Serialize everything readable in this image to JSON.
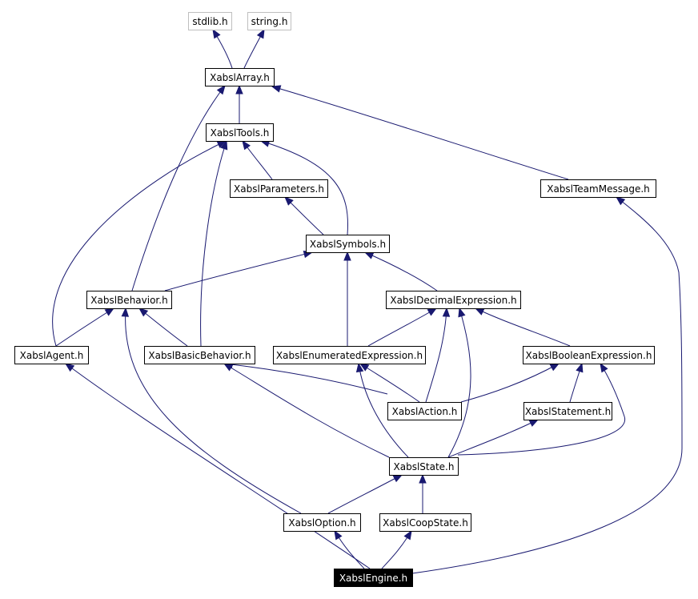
{
  "diagram": {
    "colors": {
      "edge": "#191970",
      "box_border": "#000000",
      "external_border": "#bfbfbf",
      "root_fill": "#000000",
      "root_text": "#ffffff"
    },
    "nodes": {
      "stdlib": {
        "label": "stdlib.h"
      },
      "string": {
        "label": "string.h"
      },
      "array": {
        "label": "XabslArray.h"
      },
      "tools": {
        "label": "XabslTools.h"
      },
      "parameters": {
        "label": "XabslParameters.h"
      },
      "teammsg": {
        "label": "XabslTeamMessage.h"
      },
      "symbols": {
        "label": "XabslSymbols.h"
      },
      "behavior": {
        "label": "XabslBehavior.h"
      },
      "decimal": {
        "label": "XabslDecimalExpression.h"
      },
      "agent": {
        "label": "XabslAgent.h"
      },
      "basic": {
        "label": "XabslBasicBehavior.h"
      },
      "enumerated": {
        "label": "XabslEnumeratedExpression.h"
      },
      "boolean": {
        "label": "XabslBooleanExpression.h"
      },
      "action": {
        "label": "XabslAction.h"
      },
      "statement": {
        "label": "XabslStatement.h"
      },
      "state": {
        "label": "XabslState.h"
      },
      "option": {
        "label": "XabslOption.h"
      },
      "coop": {
        "label": "XabslCoopState.h"
      },
      "engine": {
        "label": "XabslEngine.h"
      }
    },
    "edges": [
      [
        "array",
        "stdlib"
      ],
      [
        "array",
        "string"
      ],
      [
        "tools",
        "array"
      ],
      [
        "behavior",
        "array"
      ],
      [
        "teammsg",
        "array"
      ],
      [
        "parameters",
        "tools"
      ],
      [
        "symbols",
        "tools"
      ],
      [
        "agent",
        "tools"
      ],
      [
        "basic",
        "tools"
      ],
      [
        "symbols",
        "parameters"
      ],
      [
        "behavior",
        "symbols"
      ],
      [
        "decimal",
        "symbols"
      ],
      [
        "enumerated",
        "symbols"
      ],
      [
        "agent",
        "behavior"
      ],
      [
        "basic",
        "behavior"
      ],
      [
        "option",
        "behavior"
      ],
      [
        "enumerated",
        "decimal"
      ],
      [
        "boolean",
        "decimal"
      ],
      [
        "action",
        "decimal"
      ],
      [
        "state",
        "decimal"
      ],
      [
        "action",
        "basic"
      ],
      [
        "state",
        "basic"
      ],
      [
        "action",
        "enumerated"
      ],
      [
        "state",
        "enumerated"
      ],
      [
        "action",
        "boolean"
      ],
      [
        "statement",
        "boolean"
      ],
      [
        "state",
        "boolean"
      ],
      [
        "state",
        "action"
      ],
      [
        "state",
        "statement"
      ],
      [
        "option",
        "state"
      ],
      [
        "coop",
        "state"
      ],
      [
        "engine",
        "agent"
      ],
      [
        "engine",
        "option"
      ],
      [
        "engine",
        "coop"
      ],
      [
        "engine",
        "teammsg"
      ]
    ]
  }
}
